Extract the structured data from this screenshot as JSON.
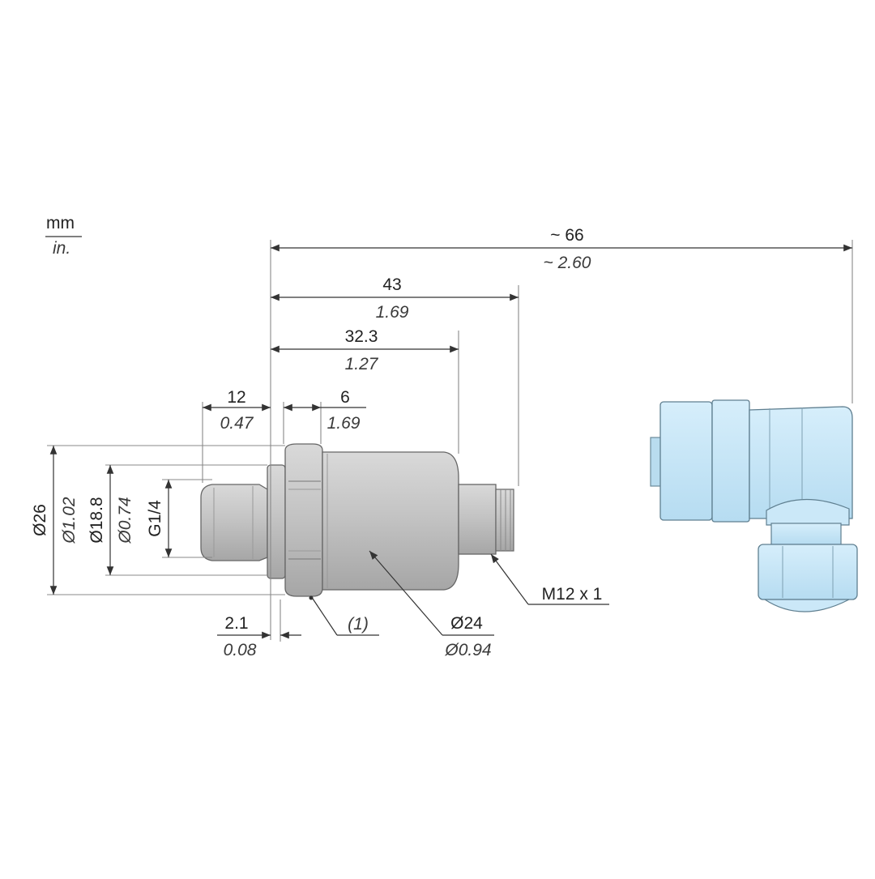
{
  "units": {
    "primary": "mm",
    "secondary": "in."
  },
  "dimensions": {
    "overall_length": {
      "mm": "~ 66",
      "in": "~ 2.60"
    },
    "length_to_thread": {
      "mm": "43",
      "in": "1.69"
    },
    "body_length": {
      "mm": "32.3",
      "in": "1.27"
    },
    "thread_length": {
      "mm": "12",
      "in": "0.47"
    },
    "nut_width": {
      "mm": "6",
      "in": "1.69"
    },
    "seal_thickness": {
      "mm": "2.1",
      "in": "0.08"
    },
    "flange_diameter": {
      "mm": "Ø26",
      "in": "Ø1.02"
    },
    "thread_diameter": {
      "mm": "Ø18.8",
      "in": "Ø0.74"
    },
    "thread_size": "G1/4",
    "body_diameter": {
      "mm": "Ø24",
      "in": "Ø0.94"
    }
  },
  "callouts": {
    "connector": "M12 x 1",
    "note": "(1)"
  },
  "colors": {
    "body_metal": "#bdbdbd",
    "body_shadow": "#9e9e9e",
    "connector_plastic": "#c9e6f6",
    "connector_shadow": "#a9cfe6",
    "line": "#333333"
  }
}
